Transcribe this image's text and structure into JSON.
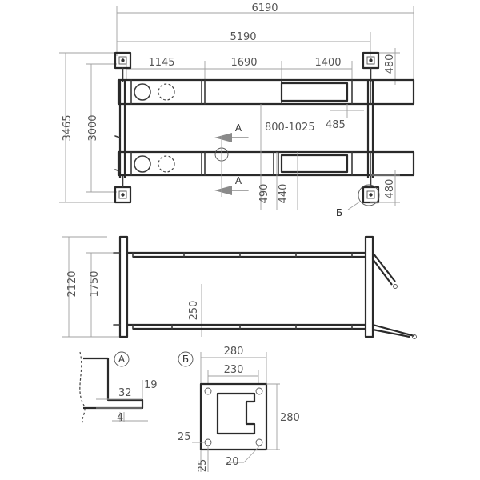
{
  "plan": {
    "dims": {
      "overall_width": "6190",
      "rail_span": "5190",
      "seg_1": "1145",
      "seg_2": "1690",
      "seg_3": "1400",
      "post_offset_top": "480",
      "post_offset_bottom": "480",
      "depth_overall": "3465",
      "depth_posts": "3000",
      "gap_range": "800-1025",
      "rail_extension": "485",
      "runway_width_a": "490",
      "runway_width_b": "440"
    },
    "section_label": "А",
    "detail_label": "Б"
  },
  "elevation": {
    "dims": {
      "height_overall": "2120",
      "height_platform": "1750",
      "min_height": "250"
    }
  },
  "detail_a": {
    "label": "А",
    "dims": {
      "thickness": "19",
      "lip_width": "32",
      "lip_edge": "4"
    }
  },
  "detail_b": {
    "label": "Б",
    "dims": {
      "plate_width": "280",
      "bolt_spacing": "230",
      "plate_height": "280",
      "edge_offset": "25",
      "edge_offset_bottom": "25",
      "hole_diameter": "20"
    }
  }
}
